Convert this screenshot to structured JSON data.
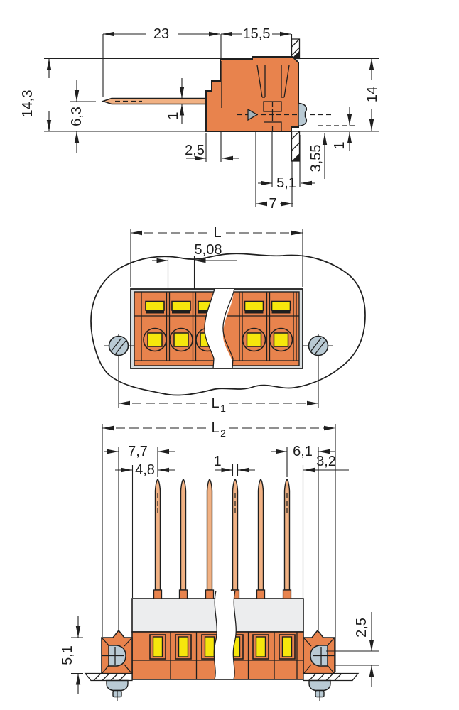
{
  "drawing": {
    "kind": "connector-dimensional-drawing",
    "colors": {
      "line": "#1f1f1f",
      "body_orange": "#E8834D",
      "pin_tan": "#F1B183",
      "slot_yellow": "#F6E60C",
      "screw_gray": "#B9CAD4",
      "housing_gray": "#ECEDEE",
      "frame_gray": "#D9DEE0",
      "background": "#FFFFFF"
    },
    "views": {
      "side": {
        "dims": {
          "w23": "23",
          "w155": "15,5",
          "h143": "14,3",
          "h63": "6,3",
          "t1": "1",
          "o25": "2,5",
          "w51": "5,1",
          "w7": "7",
          "d355": "3,55",
          "p1": "1",
          "h14": "14"
        }
      },
      "front": {
        "dims": {
          "L": "L",
          "pitch": "5,08",
          "L1": "L",
          "L1sub": "1"
        }
      },
      "pin": {
        "dims": {
          "L2": "L",
          "L2sub": "2",
          "d77": "7,7",
          "d48": "4,8",
          "p1": "1",
          "d61": "6,1",
          "d32": "3,2",
          "h51": "5,1",
          "h25": "2,5"
        }
      }
    }
  }
}
